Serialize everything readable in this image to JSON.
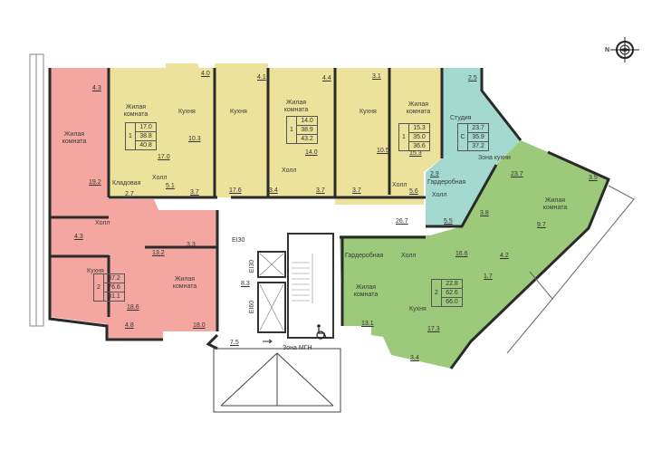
{
  "compass": {
    "label": "N",
    "icon": "north-arrow-compass-icon"
  },
  "colors": {
    "apt_pink": "#f4a7a1",
    "apt_yellow": "#ede29b",
    "apt_teal": "#a3d9cf",
    "apt_green": "#9cc97a",
    "wall": "#2a2a2a",
    "common": "#ffffff"
  },
  "apartments": [
    {
      "id": "apt-pink-2room",
      "color": "#f4a7a1",
      "rooms_count": "2",
      "living_area": "37.2",
      "total_area": "76.6",
      "total_with_balcony": "81.1",
      "rooms": [
        {
          "name": "Жилая комната",
          "area": "19.2"
        },
        {
          "name": "Холл",
          "area": "13.2"
        },
        {
          "name": "Кухня",
          "area": "18.6"
        },
        {
          "name": "Жилая комната",
          "area": "18.0"
        }
      ],
      "other_areas": [
        "4.3",
        "4.3",
        "3.3",
        "4.8"
      ]
    },
    {
      "id": "apt-yellow-1room-a",
      "color": "#ede29b",
      "rooms_count": "1",
      "living_area": "17.0",
      "total_area": "38.8",
      "total_with_balcony": "40.8",
      "rooms": [
        {
          "name": "Жилая комната",
          "area": "17.0"
        },
        {
          "name": "Кухня",
          "area": "10.3"
        },
        {
          "name": "Кладовая",
          "area": "2.7"
        },
        {
          "name": "Холл",
          "area": "5.1"
        }
      ],
      "other_areas": [
        "4.0",
        "3.7"
      ]
    },
    {
      "id": "apt-yellow-1room-b",
      "color": "#ede29b",
      "rooms_count": "1",
      "living_area": "14.0",
      "total_area": "38.9",
      "total_with_balcony": "43.2",
      "rooms": [
        {
          "name": "Кухня",
          "area": "17.6"
        },
        {
          "name": "Жилая комната",
          "area": "14.0"
        },
        {
          "name": "Холл",
          "area": "3.4"
        }
      ],
      "other_areas": [
        "4.1",
        "4.4",
        "3.7"
      ]
    },
    {
      "id": "apt-yellow-1room-c",
      "color": "#ede29b",
      "rooms_count": "1",
      "living_area": "15.3",
      "total_area": "35.0",
      "total_with_balcony": "36.6",
      "rooms": [
        {
          "name": "Кухня",
          "area": "10.5"
        },
        {
          "name": "Жилая комната",
          "area": "15.3"
        },
        {
          "name": "Холл",
          "area": "5.6"
        }
      ],
      "other_areas": [
        "3.1",
        "3.7"
      ]
    },
    {
      "id": "apt-teal-studio",
      "color": "#a3d9cf",
      "rooms_count": "С",
      "living_area": "23.7",
      "total_area": "35.9",
      "total_with_balcony": "37.2",
      "rooms": [
        {
          "name": "Студия",
          "area": ""
        },
        {
          "name": "Зона кухни",
          "area": "23.7"
        },
        {
          "name": "Гардеробная",
          "area": "2.9"
        },
        {
          "name": "Холл",
          "area": "5.5"
        }
      ],
      "other_areas": [
        "2.5",
        "3.8"
      ]
    },
    {
      "id": "apt-green-2room",
      "color": "#9cc97a",
      "rooms_count": "2",
      "living_area": "22.8",
      "total_area": "62.6",
      "total_with_balcony": "66.0",
      "rooms": [
        {
          "name": "Гардеробная",
          "area": ""
        },
        {
          "name": "Холл",
          "area": "16.6"
        },
        {
          "name": "Жилая комната",
          "area": "13.1"
        },
        {
          "name": "Кухня",
          "area": "17.3"
        },
        {
          "name": "Жилая комната",
          "area": "9.7"
        }
      ],
      "other_areas": [
        "3.5",
        "4.2",
        "1.7",
        "3.4"
      ]
    }
  ],
  "common": {
    "corridor_area": "26.7",
    "lobby_area": "8.3",
    "vestibule_area": "7.5",
    "fire_ratings": [
      "EI30",
      "EI30",
      "EI60"
    ],
    "mgn_zone_label": "Зона МГН",
    "wheelchair_icon": "wheelchair-icon"
  }
}
